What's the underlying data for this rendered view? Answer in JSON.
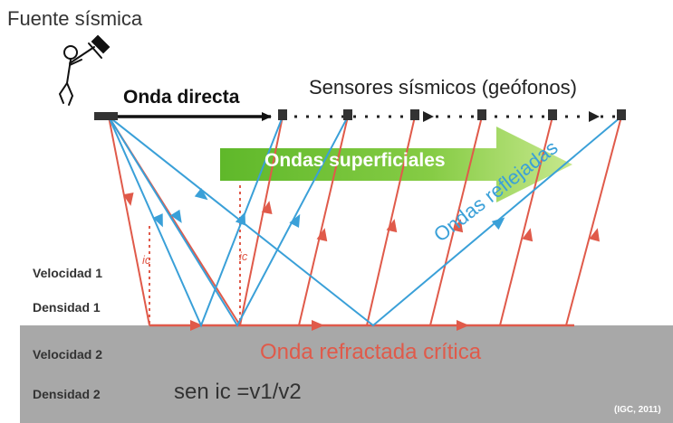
{
  "title": "Fuente sísmica",
  "sensors_label": "Sensores sísmicos (geófonos)",
  "direct_wave_label": "Onda directa",
  "surface_waves_label": "Ondas superficiales",
  "reflected_waves_label": "Ondas reflejadas",
  "layer1": {
    "velocity": "Velocidad 1",
    "density": "Densidad 1"
  },
  "layer2": {
    "velocity": "Velocidad 2",
    "density": "Densidad 2"
  },
  "refracted_wave_label": "Onda refractada crítica",
  "formula": "sen ic =v1/v2",
  "angle_label": "ic",
  "credit": "(IGC, 2011)",
  "colors": {
    "refracted": "#e05a4a",
    "reflected": "#3aa0d8",
    "surface_arrow": "#7cc63e",
    "lower_layer": "#a8a8a8",
    "text": "#222222"
  }
}
